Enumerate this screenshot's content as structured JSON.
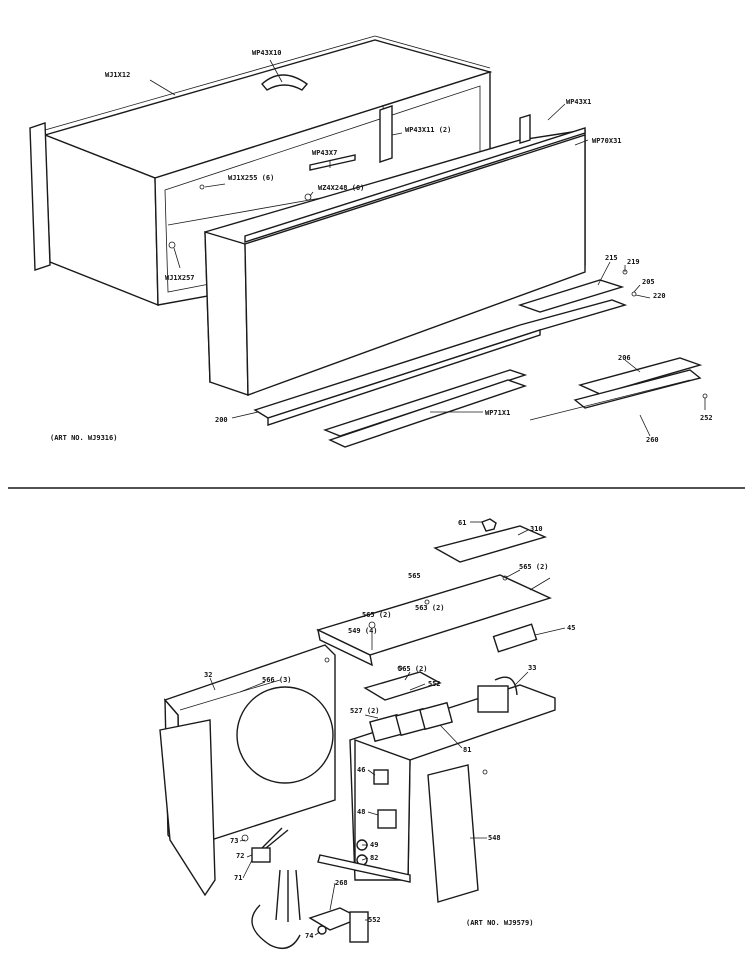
{
  "upper_assembly": {
    "art_no": "(ART NO. WJ9316)",
    "callouts": [
      "WJ1X12",
      "WP43X10",
      "WP43X1",
      "WP70X31",
      "WP43X11 (2)",
      "WP43X7",
      "WJ1X255 (6)",
      "WZ4X248 (6)",
      "WJ1X257",
      "215",
      "219",
      "205",
      "220",
      "206",
      "200",
      "WP71X1",
      "252",
      "260"
    ]
  },
  "lower_assembly": {
    "art_no": "(ART NO. WJ9579)",
    "callouts": [
      "61",
      "310",
      "565",
      "565 (2)",
      "565 (2)",
      "563 (2)",
      "549 (4)",
      "45",
      "32",
      "566 (3)",
      "33",
      "565 (2)",
      "552",
      "527 (2)",
      "81",
      "46",
      "48",
      "49",
      "82",
      "548",
      "71",
      "72",
      "73",
      "268",
      "74",
      "552"
    ]
  }
}
